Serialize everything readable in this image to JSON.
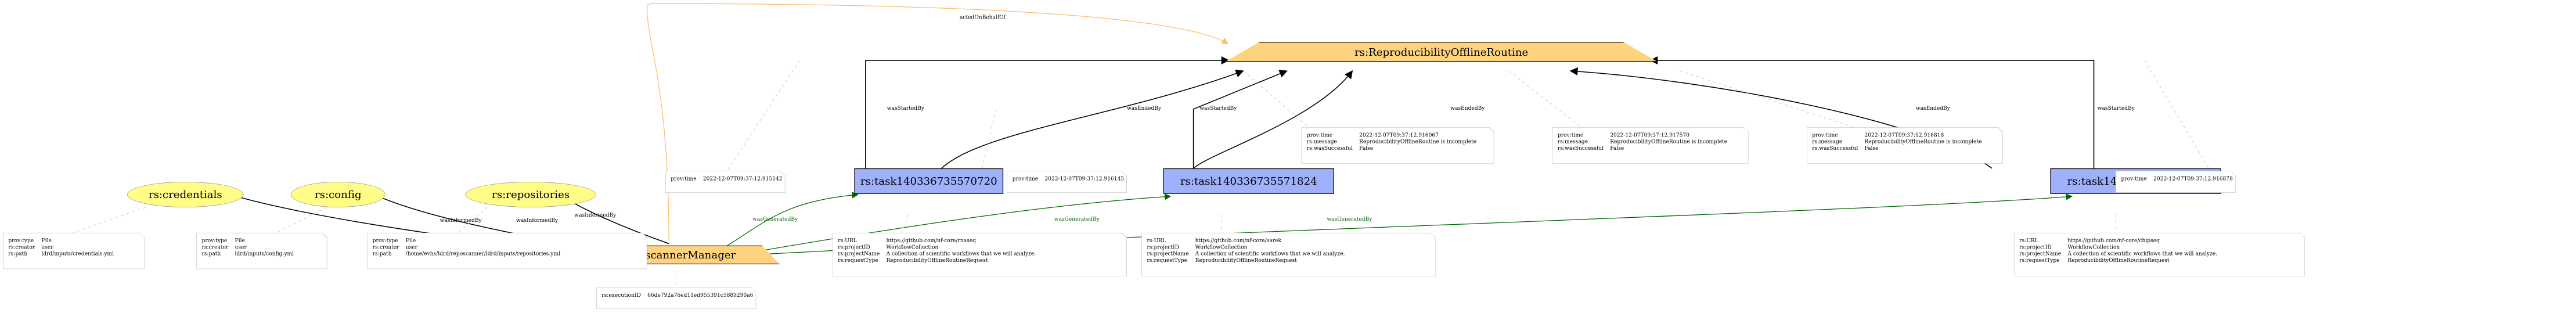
{
  "colors": {
    "agent": "#fed37f",
    "activity": "#9fb1fc",
    "entity": "#fffc87",
    "generated": "#006400",
    "onbehalf": "#fdbb6b"
  },
  "nodes": {
    "routine": "rs:ReproducibilityOfflineRoutine",
    "manager": "rs:ReposcannerManager",
    "credentials": "rs:credentials",
    "config": "rs:config",
    "repositories": "rs:repositories",
    "task1": "rs:task140336735570720",
    "task2": "rs:task140336735571824",
    "task3": "rs:task140336735805152"
  },
  "edges": {
    "acted_on_behalf_of": "actedOnBehalfOf",
    "was_started_by": "wasStartedBy",
    "was_ended_by": "wasEndedBy",
    "was_informed_by": "wasInformedBy",
    "was_generated_by": "wasGeneratedBy"
  },
  "notes": {
    "start1": {
      "k": "prov:time",
      "v": "2022-12-07T09:37:12.915142"
    },
    "start2": {
      "k": "prov:time",
      "v": "2022-12-07T09:37:12.916145"
    },
    "start3": {
      "k": "prov:time",
      "v": "2022-12-07T09:37:12.916878"
    },
    "end1": [
      {
        "k": "prov:time",
        "v": "2022-12-07T09:37:12.916067"
      },
      {
        "k": "rs:message",
        "v": "ReproducibilityOfflineRoutine is incomplete"
      },
      {
        "k": "rs:wasSuccessful",
        "v": "False"
      }
    ],
    "end2": [
      {
        "k": "prov:time",
        "v": "2022-12-07T09:37:12.917570"
      },
      {
        "k": "rs:message",
        "v": "ReproducibilityOfflineRoutine is incomplete"
      },
      {
        "k": "rs:wasSuccessful",
        "v": "False"
      }
    ],
    "end3": [
      {
        "k": "prov:time",
        "v": "2022-12-07T09:37:12.916818"
      },
      {
        "k": "rs:message",
        "v": "ReproducibilityOfflineRoutine is incomplete"
      },
      {
        "k": "rs:wasSuccessful",
        "v": "False"
      }
    ],
    "credentials": [
      {
        "k": "prov:type",
        "v": "File"
      },
      {
        "k": "rs:creator",
        "v": "user"
      },
      {
        "k": "rs:path",
        "v": "ldrd/inputs/credentials.yml"
      }
    ],
    "config": [
      {
        "k": "prov:type",
        "v": "File"
      },
      {
        "k": "rs:creator",
        "v": "user"
      },
      {
        "k": "rs:path",
        "v": "ldrd/inputs/config.yml"
      }
    ],
    "repositories": [
      {
        "k": "prov:type",
        "v": "File"
      },
      {
        "k": "rs:creator",
        "v": "user"
      },
      {
        "k": "rs:path",
        "v": "/home/evhs/ldrd/reposcanner/ldrd/inputs/repositories.yml"
      }
    ],
    "task1": [
      {
        "k": "rs:URL",
        "v": "https://github.com/nf-core/rnaseq"
      },
      {
        "k": "rs:projectID",
        "v": "WorkflowCollection"
      },
      {
        "k": "rs:projectName",
        "v": "A collection of scientific workflows that we will analyze."
      },
      {
        "k": "rs:requestType",
        "v": "ReproducibilityOfflineRoutineRequest"
      }
    ],
    "task2": [
      {
        "k": "rs:URL",
        "v": "https://github.com/nf-core/sarek"
      },
      {
        "k": "rs:projectID",
        "v": "WorkflowCollection"
      },
      {
        "k": "rs:projectName",
        "v": "A collection of scientific workflows that we will analyze."
      },
      {
        "k": "rs:requestType",
        "v": "ReproducibilityOfflineRoutineRequest"
      }
    ],
    "task3": [
      {
        "k": "rs:URL",
        "v": "https://github.com/nf-core/chipseq"
      },
      {
        "k": "rs:projectID",
        "v": "WorkflowCollection"
      },
      {
        "k": "rs:projectName",
        "v": "A collection of scientific workflows that we will analyze."
      },
      {
        "k": "rs:requestType",
        "v": "ReproducibilityOfflineRoutineRequest"
      }
    ],
    "manager": {
      "k": "rs:executionID",
      "v": "66de792a76ed11ed955391c5889290a6"
    }
  }
}
